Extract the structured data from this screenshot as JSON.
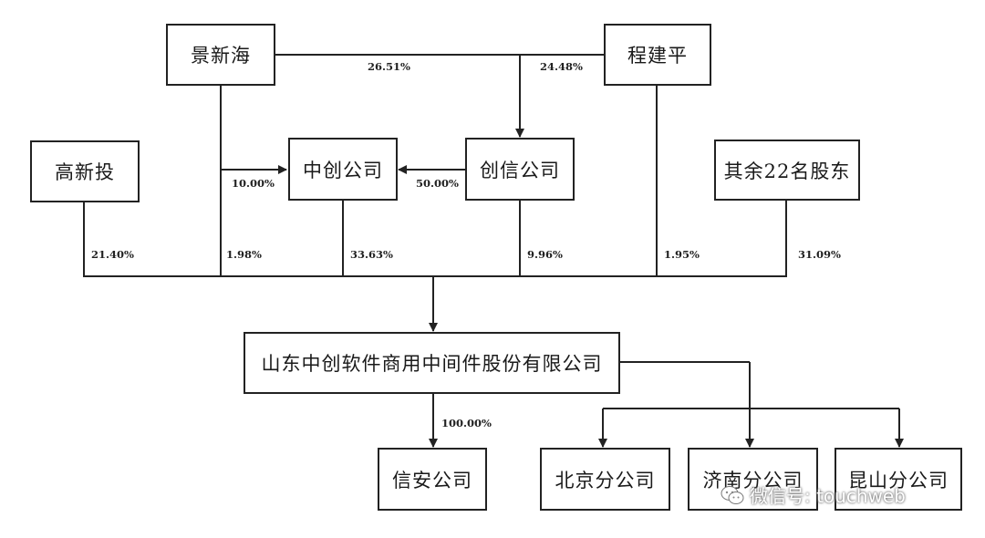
{
  "nodes": {
    "jingxinhai": "景新海",
    "chengjianping": "程建平",
    "gaoxintou": "高新投",
    "zhongchuang": "中创公司",
    "chuangxin": "创信公司",
    "qiyu22": "其余22名股东",
    "main_company": "山东中创软件商用中间件股份有限公司",
    "xinan": "信安公司",
    "beijing": "北京分公司",
    "jinan": "济南分公司",
    "kunshan": "昆山分公司"
  },
  "percentages": {
    "jing_to_chuangxin": "26.51%",
    "cheng_to_chuangxin": "24.48%",
    "jing_to_zhongchuang": "10.00%",
    "chuangxin_to_zhongchuang": "50.00%",
    "gaoxintou_to_main": "21.40%",
    "jing_to_main": "1.98%",
    "zhongchuang_to_main": "33.63%",
    "chuangxin_to_main": "9.96%",
    "cheng_to_main": "1.95%",
    "others_to_main": "31.09%",
    "main_to_xinan": "100.00%"
  },
  "watermark": {
    "text": "微信号: touchweb",
    "icon": "wechat-icon"
  },
  "colors": {
    "line": "#222222",
    "background": "#ffffff"
  }
}
